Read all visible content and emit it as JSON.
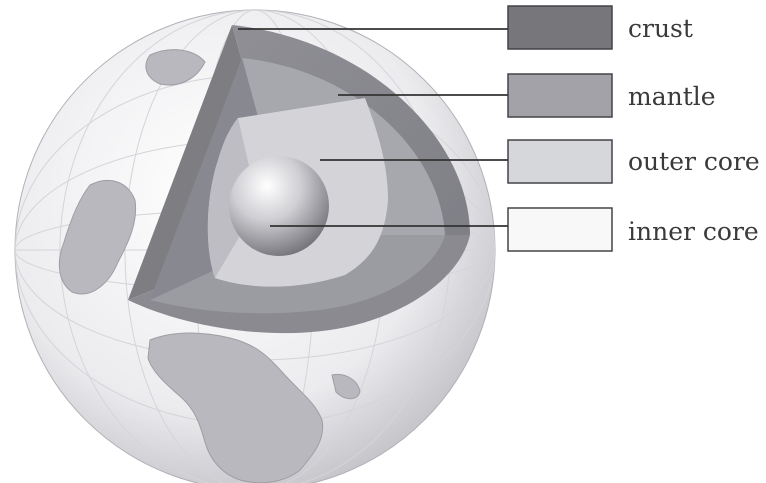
{
  "legend": [
    {
      "label": "crust",
      "swatch_color": "#77777b"
    },
    {
      "label": "mantle",
      "swatch_color": "#a3a2a8"
    },
    {
      "label": "outer core",
      "swatch_color": "#d6d7db"
    },
    {
      "label": "inner core",
      "swatch_color": "#f8f8f8"
    }
  ],
  "colors": {
    "globe_ocean": "#eeeef0",
    "globe_land": "#b9b9bf",
    "crust_face_left": "#7d7d82",
    "crust_face_top": "#8b8b91",
    "mantle": "#a6a6ad",
    "outer_core": "#d3d3d8",
    "leader_line": "#333333"
  }
}
